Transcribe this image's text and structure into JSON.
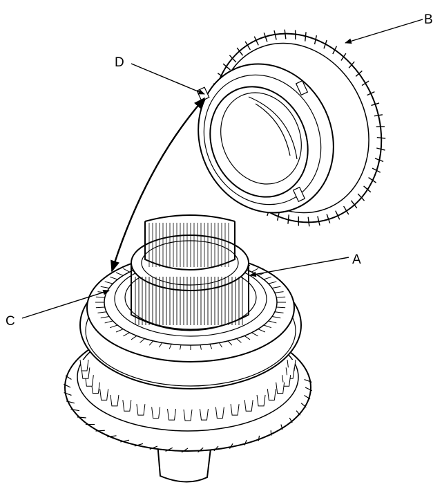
{
  "callouts": {
    "a": "A",
    "b": "B",
    "c": "C",
    "d": "D"
  },
  "colors": {
    "line": "#000000",
    "paper": "#ffffff"
  }
}
